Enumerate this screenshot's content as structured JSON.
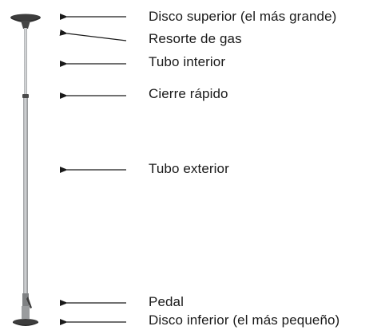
{
  "colors": {
    "disc": "#3d3d3d",
    "tube_outer": "#b3b5b7",
    "tube_inner": "#c2c4c6",
    "arrow": "#1a1a1a",
    "text": "#1a1a1a"
  },
  "labels": [
    {
      "id": "top-disc",
      "text": "Disco superior (el más grande)"
    },
    {
      "id": "gas-spring",
      "text": "Resorte de gas"
    },
    {
      "id": "inner-tube",
      "text": "Tubo interior"
    },
    {
      "id": "quick-lock",
      "text": "Cierre rápido"
    },
    {
      "id": "outer-tube",
      "text": "Tubo exterior"
    },
    {
      "id": "pedal",
      "text": "Pedal"
    },
    {
      "id": "bottom-disc",
      "text": "Disco inferior (el más pequeño)"
    }
  ]
}
